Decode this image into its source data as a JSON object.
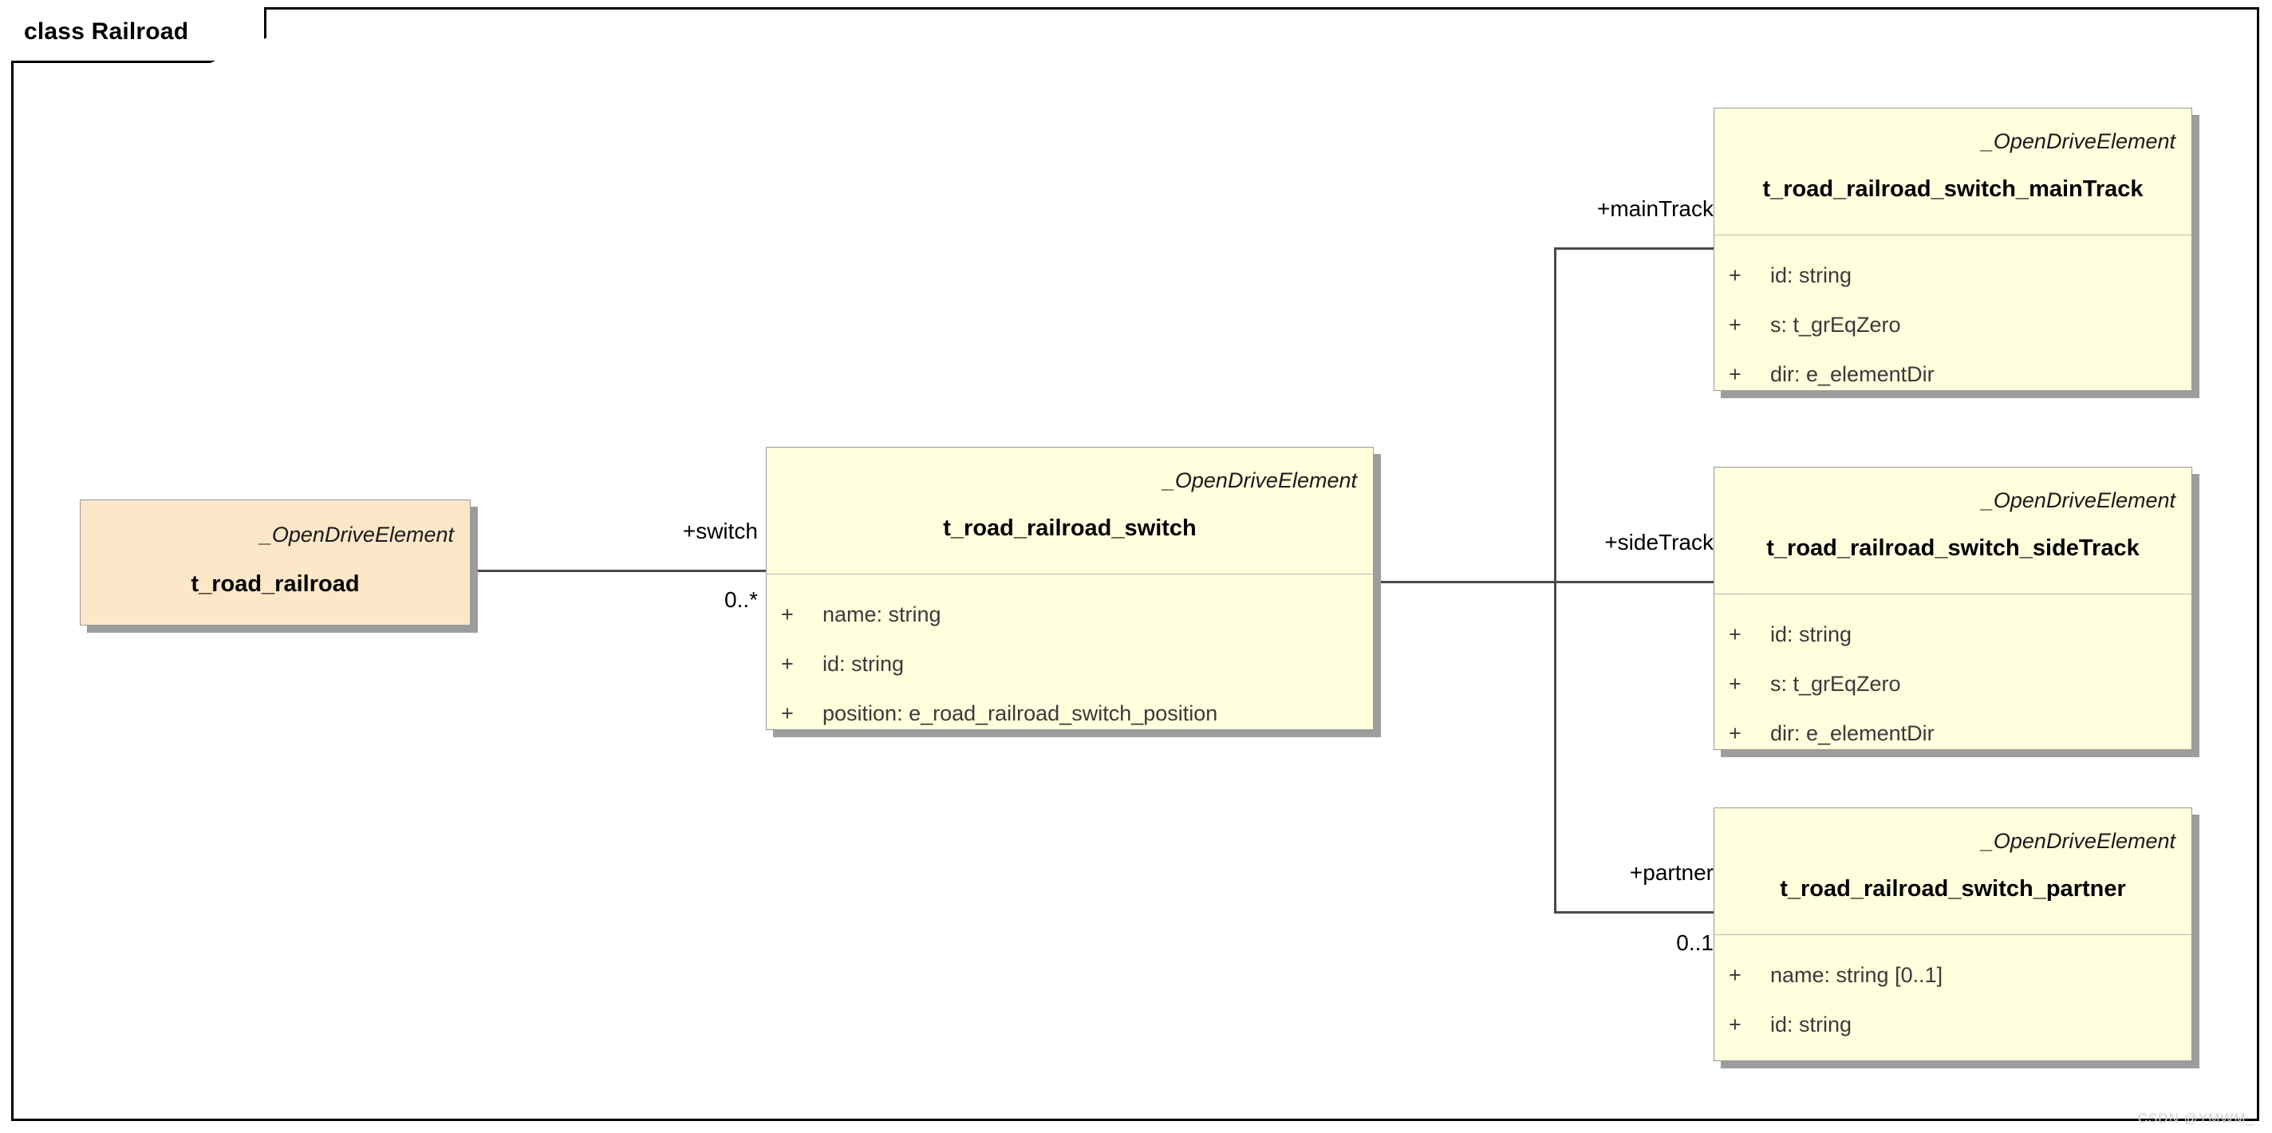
{
  "diagram": {
    "frame_title": "class Railroad",
    "watermark": "CSDN @YMWM_"
  },
  "classes": [
    {
      "key": "t_road_railroad",
      "stereotype": "_OpenDriveElement",
      "name": "t_road_railroad",
      "fill": "#FCE7C8",
      "attributes": []
    },
    {
      "key": "t_road_railroad_switch",
      "stereotype": "_OpenDriveElement",
      "name": "t_road_railroad_switch",
      "fill": "#FFFFDD",
      "attributes": [
        {
          "visibility": "+",
          "text": "name: string"
        },
        {
          "visibility": "+",
          "text": "id: string"
        },
        {
          "visibility": "+",
          "text": "position: e_road_railroad_switch_position"
        }
      ]
    },
    {
      "key": "t_road_railroad_switch_mainTrack",
      "stereotype": "_OpenDriveElement",
      "name": "t_road_railroad_switch_mainTrack",
      "fill": "#FFFFDD",
      "attributes": [
        {
          "visibility": "+",
          "text": "id: string"
        },
        {
          "visibility": "+",
          "text": "s: t_grEqZero"
        },
        {
          "visibility": "+",
          "text": "dir: e_elementDir"
        }
      ]
    },
    {
      "key": "t_road_railroad_switch_sideTrack",
      "stereotype": "_OpenDriveElement",
      "name": "t_road_railroad_switch_sideTrack",
      "fill": "#FFFFDD",
      "attributes": [
        {
          "visibility": "+",
          "text": "id: string"
        },
        {
          "visibility": "+",
          "text": "s: t_grEqZero"
        },
        {
          "visibility": "+",
          "text": "dir: e_elementDir"
        }
      ]
    },
    {
      "key": "t_road_railroad_switch_partner",
      "stereotype": "_OpenDriveElement",
      "name": "t_road_railroad_switch_partner",
      "fill": "#FFFFDD",
      "attributes": [
        {
          "visibility": "+",
          "text": "name: string [0..1]"
        },
        {
          "visibility": "+",
          "text": "id: string"
        }
      ]
    }
  ],
  "associations": [
    {
      "key": "switch",
      "role_label": "+switch",
      "multiplicity": "0..*",
      "from": "t_road_railroad",
      "to": "t_road_railroad_switch"
    },
    {
      "key": "mainTrack",
      "role_label": "+mainTrack",
      "multiplicity": "",
      "from": "t_road_railroad_switch",
      "to": "t_road_railroad_switch_mainTrack"
    },
    {
      "key": "sideTrack",
      "role_label": "+sideTrack",
      "multiplicity": "",
      "from": "t_road_railroad_switch",
      "to": "t_road_railroad_switch_sideTrack"
    },
    {
      "key": "partner",
      "role_label": "+partner",
      "multiplicity": "0..1",
      "from": "t_road_railroad_switch",
      "to": "t_road_railroad_switch_partner"
    }
  ]
}
